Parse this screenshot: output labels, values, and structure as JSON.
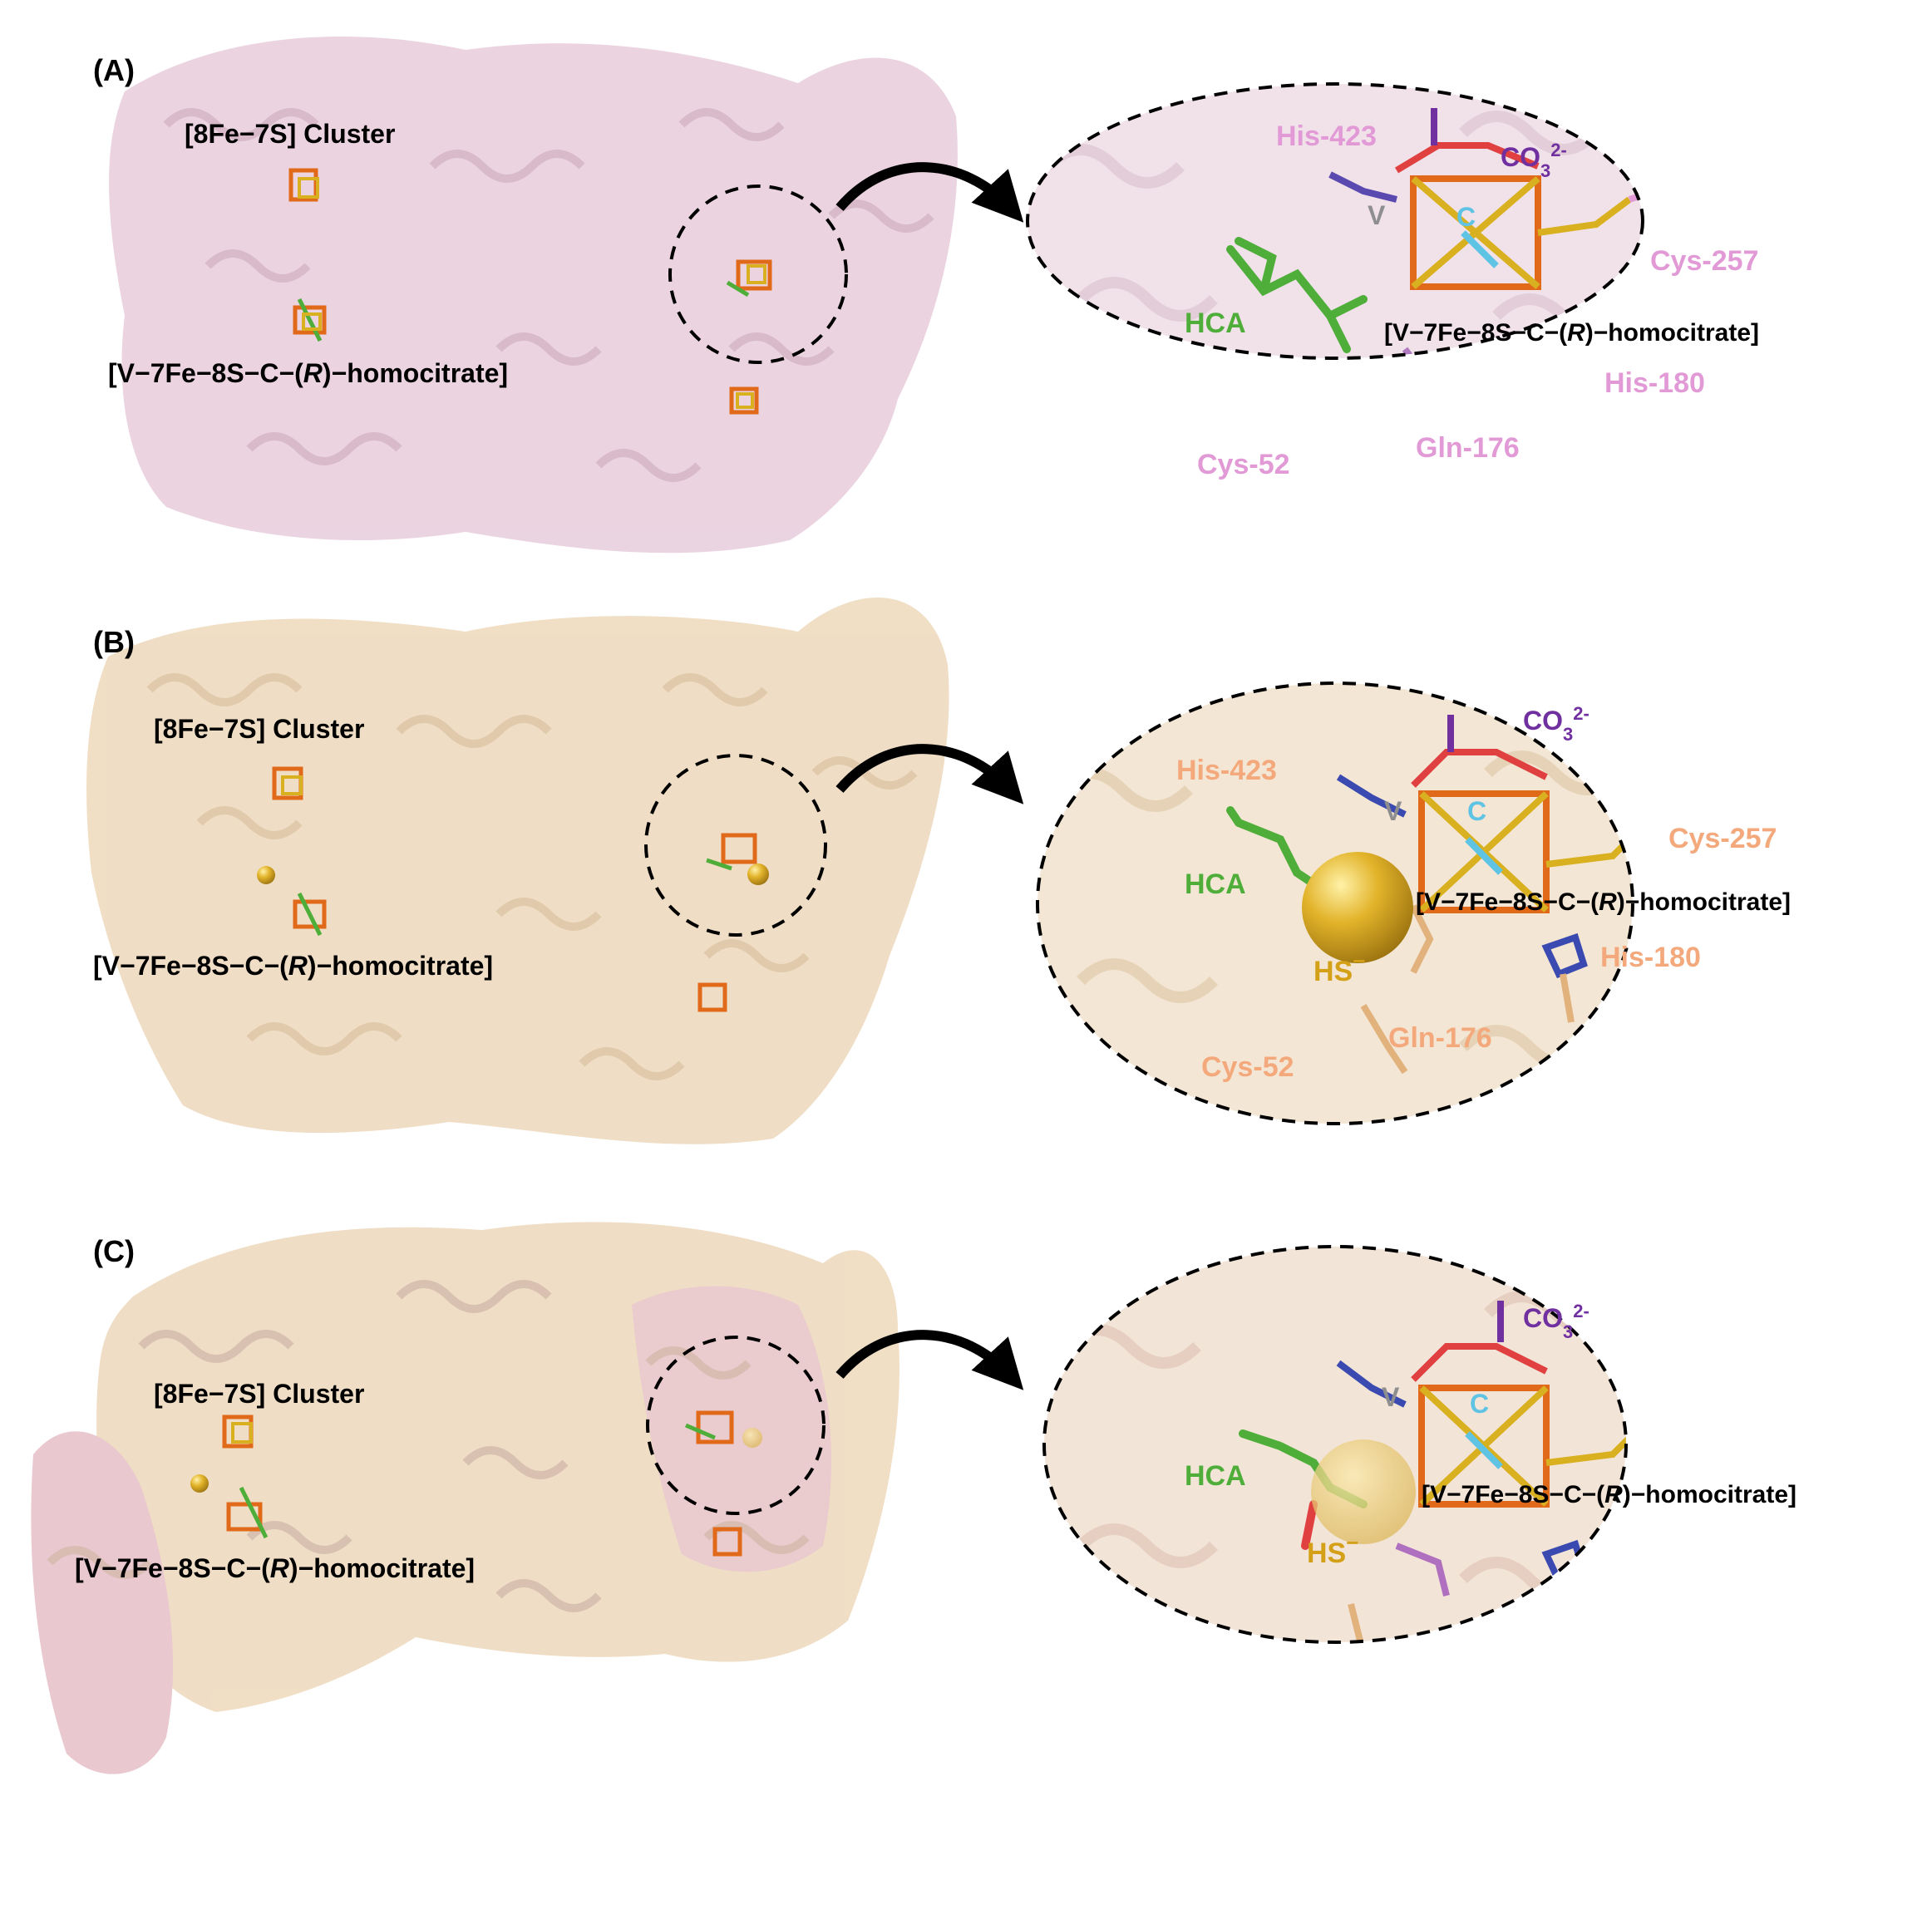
{
  "colors": {
    "panel_a_protein": "#ead2df",
    "panel_a_residue": "#e29ad6",
    "panel_b_protein": "#efdcc2",
    "panel_b_residue": "#f4a97c",
    "panel_c_protein_1": "#efdcc2",
    "panel_c_protein_2": "#e8c6ce",
    "hca": "#4fae3a",
    "carbonate": "#7030a0",
    "carbide": "#5fc3e4",
    "vanadium": "#8e8e8e",
    "sulfide": "#d4a018",
    "cluster_fe": "#e06a1a",
    "cluster_s": "#d9b020"
  },
  "panels": [
    {
      "panel_label": "(A)",
      "overview": {
        "cluster_label": "[8Fe−7S] Cluster",
        "cofactor_prefix": "[V−7Fe−8S−C−(",
        "cofactor_italic": "R",
        "cofactor_suffix": ")−homocitrate]"
      },
      "closeup": {
        "his423": "His-423",
        "co3": "CO",
        "co3_sub": "3",
        "co3_sup": "2-",
        "v": "V",
        "c": "C",
        "cys257": "Cys-257",
        "hca": "HCA",
        "cofactor_prefix": "[V−7Fe−8S−C−(",
        "cofactor_italic": "R",
        "cofactor_suffix": ")−homocitrate]",
        "his180": "His-180",
        "cys52": "Cys-52",
        "gln176": "Gln-176"
      }
    },
    {
      "panel_label": "(B)",
      "overview": {
        "cluster_label": "[8Fe−7S] Cluster",
        "cofactor_prefix": "[V−7Fe−8S−C−(",
        "cofactor_italic": "R",
        "cofactor_suffix": ")−homocitrate]"
      },
      "closeup": {
        "his423": "His-423",
        "co3": "CO",
        "co3_sub": "3",
        "co3_sup": "2-",
        "v": "V",
        "c": "C",
        "cys257": "Cys-257",
        "hca": "HCA",
        "cofactor_prefix": "[V−7Fe−8S−C−(",
        "cofactor_italic": "R",
        "cofactor_suffix": ")−homocitrate]",
        "hs": "HS",
        "hs_sup": "−",
        "his180": "His-180",
        "cys52": "Cys-52",
        "gln176": "Gln-176"
      }
    },
    {
      "panel_label": "(C)",
      "overview": {
        "cluster_label": "[8Fe−7S] Cluster",
        "cofactor_prefix": "[V−7Fe−8S−C−(",
        "cofactor_italic": "R",
        "cofactor_suffix": ")−homocitrate]"
      },
      "closeup": {
        "co3": "CO",
        "co3_sub": "3",
        "co3_sup": "2-",
        "v": "V",
        "c": "C",
        "hca": "HCA",
        "cofactor_prefix": "[V−7Fe−8S−C−(",
        "cofactor_italic": "R",
        "cofactor_suffix": ")−homocitrate]",
        "hs": "HS",
        "hs_sup": "−"
      }
    }
  ]
}
